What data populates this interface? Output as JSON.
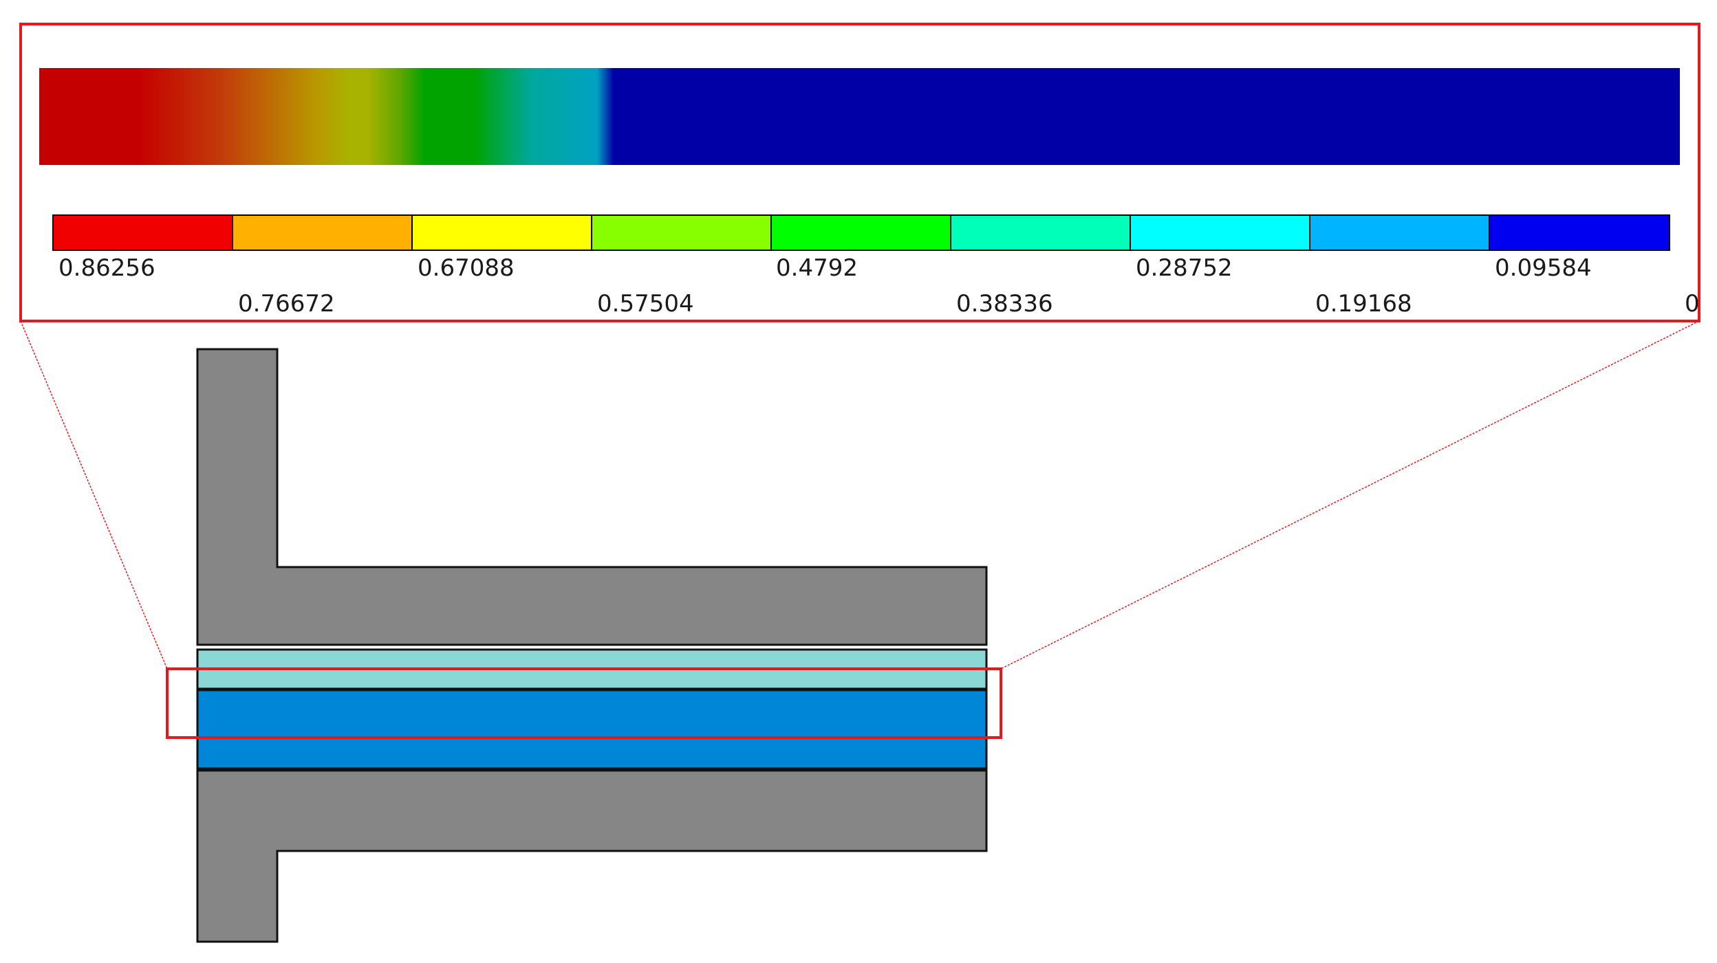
{
  "colors": {
    "highlight": "#e8171b",
    "wall": "#868686",
    "upper_layer": "#8ad7d6",
    "lower_layer": "#0086d6",
    "contour_stops": [
      "#c40000",
      "#c23a0a",
      "#b99a00",
      "#a7b300",
      "#5fa600",
      "#00a300",
      "#00a89c",
      "#00a2c2",
      "#0000a6"
    ],
    "legend_segments": [
      "#f00000",
      "#ffb000",
      "#ffff00",
      "#88ff00",
      "#00ff00",
      "#00ffb8",
      "#00ffff",
      "#00b4ff",
      "#0000f0"
    ]
  },
  "legend": {
    "top_row": [
      "0.86256",
      "0.67088",
      "0.4792",
      "0.28752",
      "0.09584"
    ],
    "bottom_row": [
      "0.76672",
      "0.57504",
      "0.38336",
      "0.19168",
      "0"
    ]
  }
}
